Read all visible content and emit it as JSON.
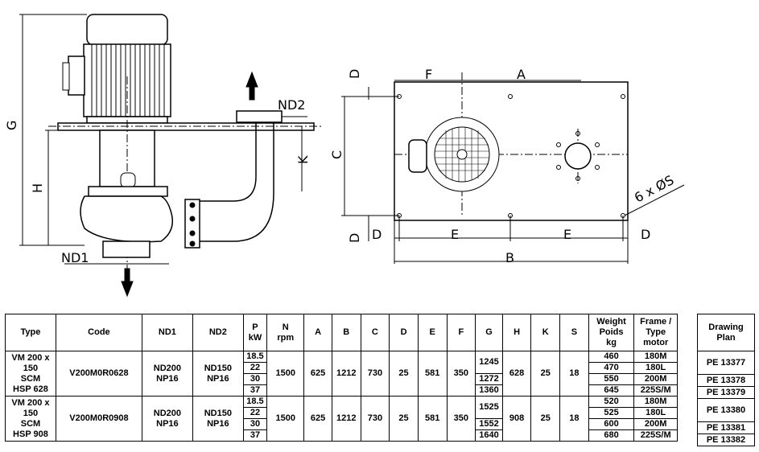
{
  "drawing": {
    "labels": {
      "G": "G",
      "H": "H",
      "ND1": "ND1",
      "ND2": "ND2",
      "K": "K",
      "D": "D",
      "F": "F",
      "A": "A",
      "C": "C",
      "E": "E",
      "B": "B",
      "S": "6 x ØS"
    }
  },
  "table": {
    "headers": {
      "type": "Type",
      "code": "Code",
      "nd1": "ND1",
      "nd2": "ND2",
      "p1": "P",
      "p2": "kW",
      "n1": "N",
      "n2": "rpm",
      "a": "A",
      "b": "B",
      "c": "C",
      "d": "D",
      "e": "E",
      "f": "F",
      "g": "G",
      "h": "H",
      "k": "K",
      "s": "S",
      "w1": "Weight",
      "w2": "Poids",
      "w3": "kg",
      "fr1": "Frame /",
      "fr2": "Type",
      "fr3": "motor",
      "plan1": "Drawing",
      "plan2": "Plan"
    },
    "rows": [
      {
        "type": [
          "VM 200 x",
          "150",
          "SCM",
          "HSP 628"
        ],
        "code": "V200M0R0628",
        "nd1": [
          "ND200",
          "NP16"
        ],
        "nd2": [
          "ND150",
          "NP16"
        ],
        "p": [
          "18.5",
          "22",
          "30",
          "37"
        ],
        "n": "1500",
        "a": "625",
        "b": "1212",
        "c": "730",
        "d": "25",
        "e": "581",
        "f": "350",
        "g": [
          "1245",
          "1272",
          "1360"
        ],
        "h": "628",
        "k": "25",
        "s": "18",
        "weight": [
          "460",
          "470",
          "550",
          "645"
        ],
        "frame": [
          "180M",
          "180L",
          "200M",
          "225S/M"
        ],
        "plan": [
          "PE 13377",
          "PE 13378",
          "PE 13379"
        ]
      },
      {
        "type": [
          "VM 200 x",
          "150",
          "SCM",
          "HSP 908"
        ],
        "code": "V200M0R0908",
        "nd1": [
          "ND200",
          "NP16"
        ],
        "nd2": [
          "ND150",
          "NP16"
        ],
        "p": [
          "18.5",
          "22",
          "30",
          "37"
        ],
        "n": "1500",
        "a": "625",
        "b": "1212",
        "c": "730",
        "d": "25",
        "e": "581",
        "f": "350",
        "g": [
          "1525",
          "1552",
          "1640"
        ],
        "h": "908",
        "k": "25",
        "s": "18",
        "weight": [
          "520",
          "525",
          "600",
          "680"
        ],
        "frame": [
          "180M",
          "180L",
          "200M",
          "225S/M"
        ],
        "plan": [
          "PE 13380",
          "PE 13381",
          "PE 13382"
        ]
      }
    ]
  }
}
